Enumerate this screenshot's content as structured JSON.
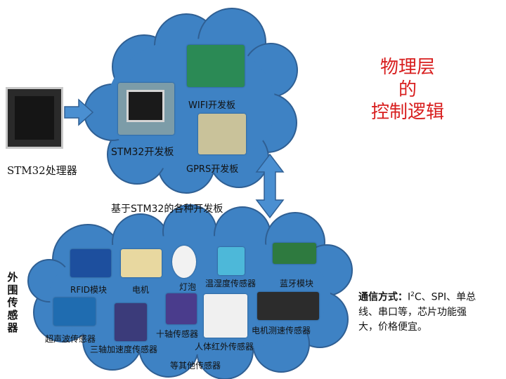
{
  "processor_label": "STM32处理器",
  "title_lines": [
    "物理层",
    "的",
    "控制逻辑"
  ],
  "dev_boards": {
    "wifi": "WIFI开发板",
    "stm32": "STM32开发板",
    "gprs": "GPRS开发板",
    "caption": "基于STM32的各种开发板"
  },
  "sensors": {
    "side_label": [
      "外",
      "围",
      "传",
      "感",
      "器"
    ],
    "rfid": "RFID模块",
    "motor": "电机",
    "bulb": "灯泡",
    "temp_humidity": "温湿度传感器",
    "bluetooth": "蓝牙模块",
    "ultrasonic": "超声波传感器",
    "accel": "三轴加速度传感器",
    "ten_axis": "十轴传感器",
    "pir": "人体红外传感器",
    "motor_speed": "电机测速传感器",
    "others": "等其他传感器"
  },
  "comm": {
    "heading": "通信方式：",
    "i2c_letter": "I",
    "i2c_sup": "2",
    "i2c_rest": "C、SPI、单总线、串口等，芯片功能强大，价格便宜。"
  },
  "colors": {
    "cloud": "#3e82c4",
    "cloud_stroke": "#2f5f93",
    "title": "#d81e1e"
  }
}
